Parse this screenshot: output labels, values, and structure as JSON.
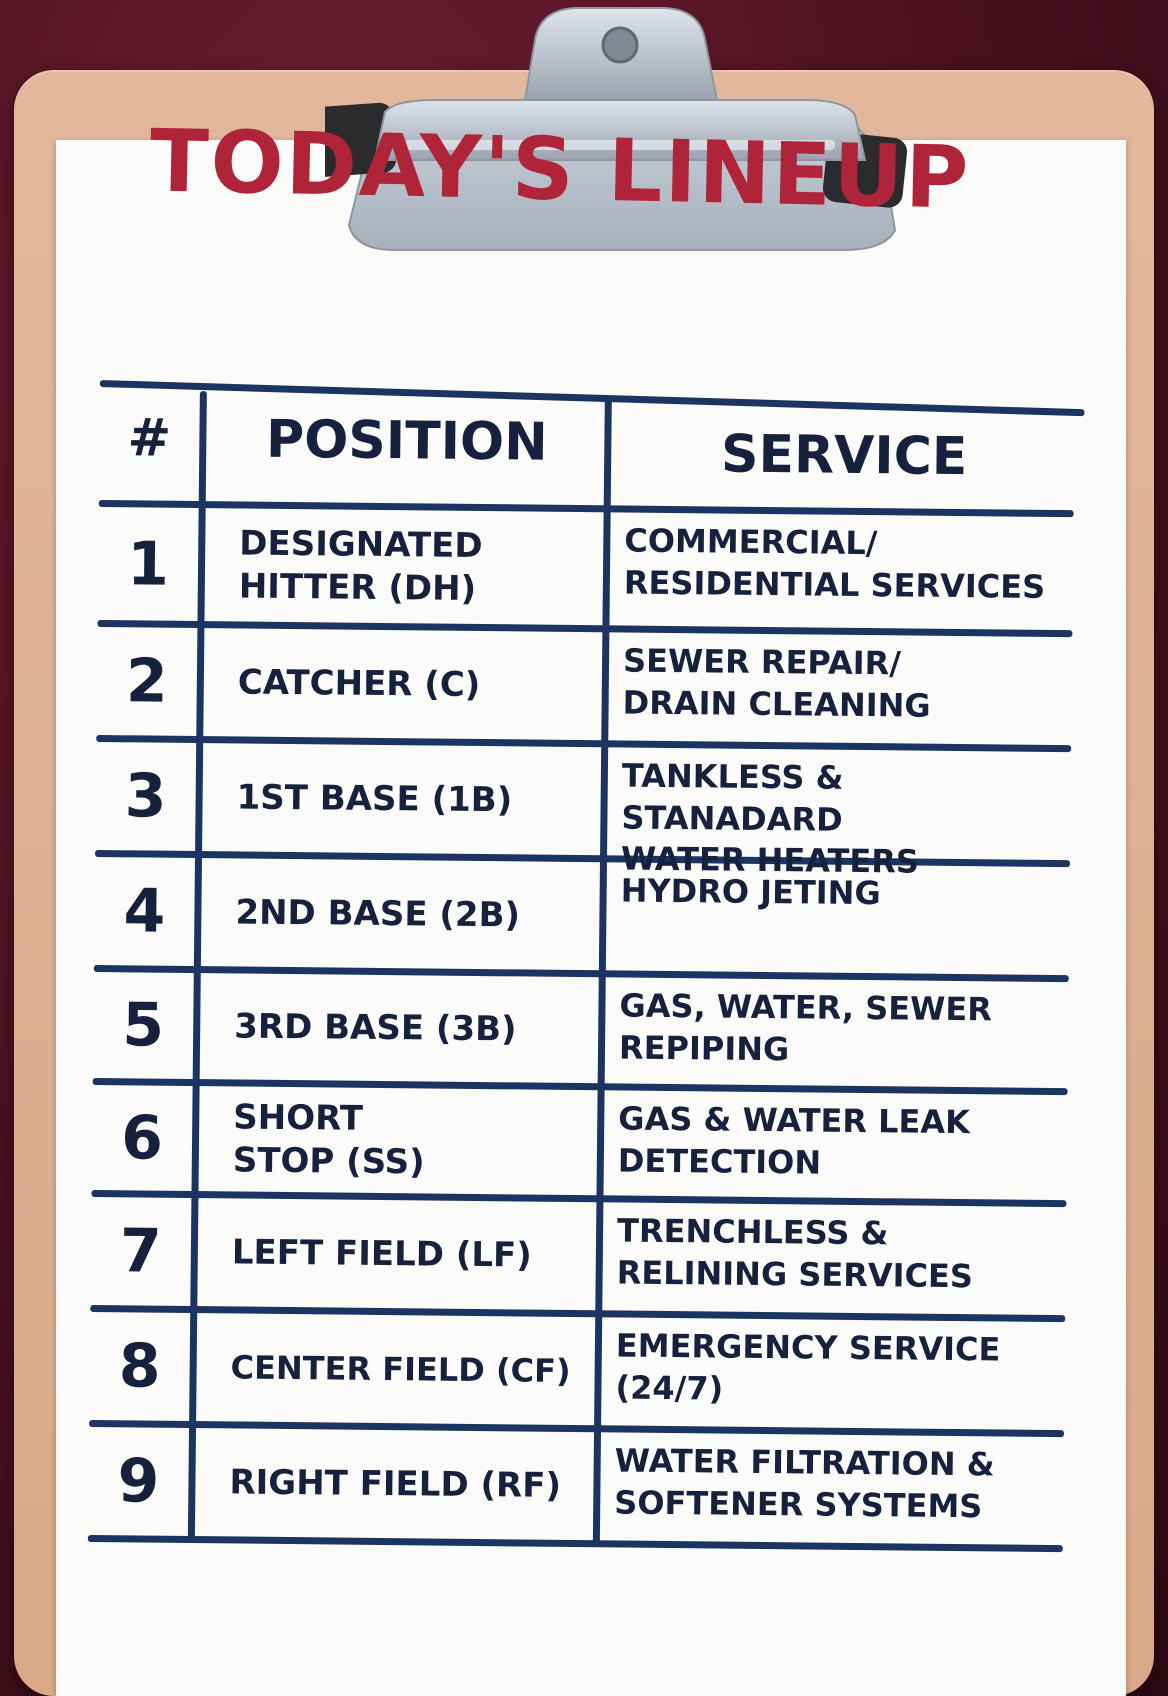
{
  "title": "TODAY'S LINEUP",
  "columns": {
    "number": "#",
    "position": "POSITION",
    "service": "SERVICE"
  },
  "rows": [
    {
      "number": "1",
      "position": "DESIGNATED\nHITTER (DH)",
      "service": "COMMERCIAL/\nRESIDENTIAL SERVICES"
    },
    {
      "number": "2",
      "position": "CATCHER (C)",
      "service": "SEWER REPAIR/\nDRAIN CLEANING"
    },
    {
      "number": "3",
      "position": "1ST BASE (1B)",
      "service": "TANKLESS & STANADARD\nWATER  HEATERS"
    },
    {
      "number": "4",
      "position": "2ND BASE (2B)",
      "service": "HYDRO JETING"
    },
    {
      "number": "5",
      "position": "3RD BASE (3B)",
      "service": "GAS, WATER, SEWER\nREPIPING"
    },
    {
      "number": "6",
      "position": "SHORT\nSTOP (SS)",
      "service": "GAS & WATER LEAK\nDETECTION"
    },
    {
      "number": "7",
      "position": "LEFT FIELD (LF)",
      "service": "TRENCHLESS &\nRELINING SERVICES"
    },
    {
      "number": "8",
      "position": "CENTER FIELD (CF)",
      "service": "EMERGENCY SERVICE\n(24/7)"
    },
    {
      "number": "9",
      "position": "RIGHT FIELD (RF)",
      "service": "WATER FILTRATION &\nSOFTENER SYSTEMS"
    }
  ],
  "colors": {
    "title": "#b0243a",
    "ink": "#15213d",
    "lines": "#1c3461",
    "board": "#d9a98a",
    "background": "#4a1020"
  }
}
